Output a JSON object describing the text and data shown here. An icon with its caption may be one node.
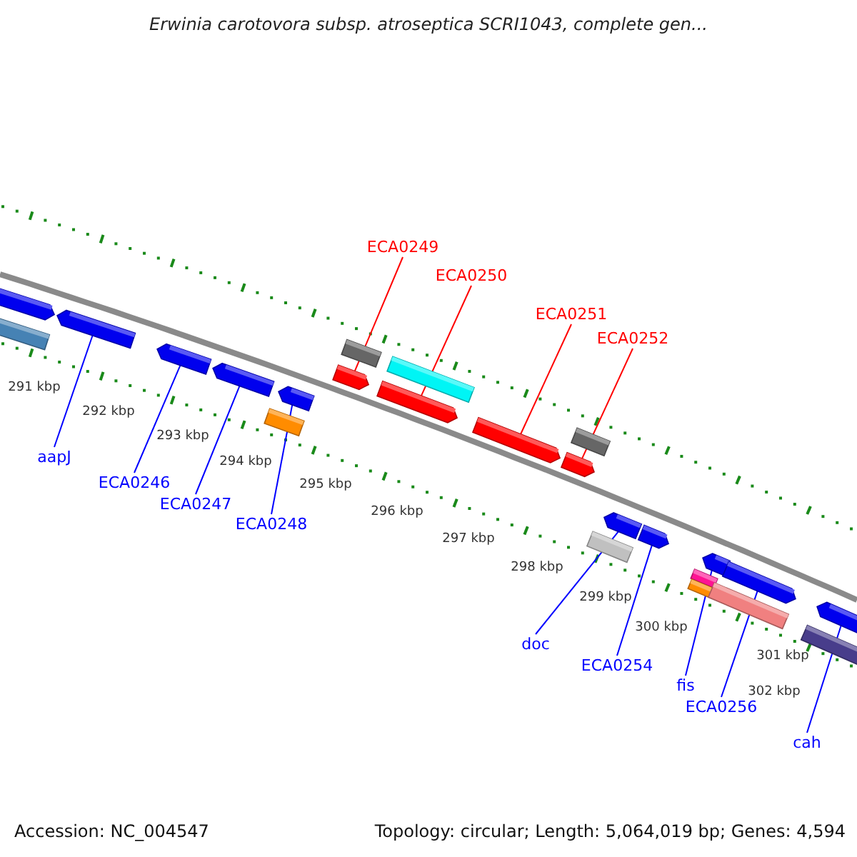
{
  "diagram": {
    "title": "Erwinia carotovora subsp. atroseptica SCRI1043, complete gen...",
    "nodes": [
      {
        "text": [
          "ECA0249"
        ]
      },
      {
        "text": [],
        "shape": "bar"
      },
      {
        "text": [
          "ECA0250"
        ]
      },
      {
        "text": [],
        "shape": "bar"
      },
      {
        "text": [
          "ECA0251"
        ]
      },
      {
        "text": [],
        "shape": "bar"
      },
      {
        "text": [
          "ECA0252"
        ]
      },
      {
        "text": [],
        "shape": "bar"
      },
      {
        "text": [
          "aapJ"
        ]
      },
      {
        "text": [],
        "shape": "bar"
      },
      {
        "text": [
          "ECA0246"
        ]
      },
      {
        "text": [],
        "shape": "bar"
      },
      {
        "text": [
          "ECA0247"
        ]
      },
      {
        "text": [],
        "shape": "bar"
      },
      {
        "text": [
          "ECA0248"
        ]
      },
      {
        "text": [],
        "shape": "bar"
      },
      {
        "text": [
          "doc"
        ]
      },
      {
        "text": [],
        "shape": "bar"
      },
      {
        "text": [
          "ECA0254"
        ]
      },
      {
        "text": [],
        "shape": "bar"
      },
      {
        "text": [
          "fis"
        ]
      },
      {
        "text": [],
        "shape": "bar"
      },
      {
        "text": [
          "ECA0256"
        ]
      },
      {
        "text": [],
        "shape": "bar"
      },
      {
        "text": [
          "cah"
        ]
      },
      {
        "text": [],
        "shape": "bar"
      },
      {
        "text": [],
        "shape": "bar"
      },
      {
        "text": [],
        "shape": "box"
      },
      {
        "text": [],
        "shape": "box"
      },
      {
        "text": [],
        "shape": "box"
      },
      {
        "text": [],
        "shape": "box"
      },
      {
        "text": [],
        "shape": "box"
      },
      {
        "text": [],
        "shape": "box"
      },
      {
        "text": [],
        "shape": "box"
      },
      {
        "text": [],
        "shape": "box"
      },
      {
        "text": [],
        "shape": "box"
      },
      {
        "text": [],
        "shape": "box"
      }
    ],
    "edges": [
      {
        "from": 0,
        "to": 1,
        "arrow": "none",
        "color": "#ff0000"
      },
      {
        "from": 2,
        "to": 3,
        "arrow": "none",
        "color": "#ff0000"
      },
      {
        "from": 4,
        "to": 5,
        "arrow": "none",
        "color": "#ff0000"
      },
      {
        "from": 6,
        "to": 7,
        "arrow": "none",
        "color": "#ff0000"
      },
      {
        "from": 8,
        "to": 9,
        "arrow": "none"
      },
      {
        "from": 10,
        "to": 11,
        "arrow": "none"
      },
      {
        "from": 12,
        "to": 13,
        "arrow": "none"
      },
      {
        "from": 14,
        "to": 15,
        "arrow": "none"
      },
      {
        "from": 16,
        "to": 17,
        "arrow": "none"
      },
      {
        "from": 18,
        "to": 19,
        "arrow": "none"
      },
      {
        "from": 20,
        "to": 21,
        "arrow": "none"
      },
      {
        "from": 22,
        "to": 23,
        "arrow": "none"
      },
      {
        "from": 24,
        "to": 25,
        "arrow": "none"
      }
    ],
    "labels": [
      "291 kbp",
      "292 kbp",
      "293 kbp",
      "294 kbp",
      "295 kbp",
      "296 kbp",
      "297 kbp",
      "298 kbp",
      "299 kbp",
      "300 kbp",
      "301 kbp",
      "302 kbp",
      "Accession: NC_004547",
      "Topology: circular; Length: 5,064,019 bp; Genes: 4,594"
    ]
  }
}
